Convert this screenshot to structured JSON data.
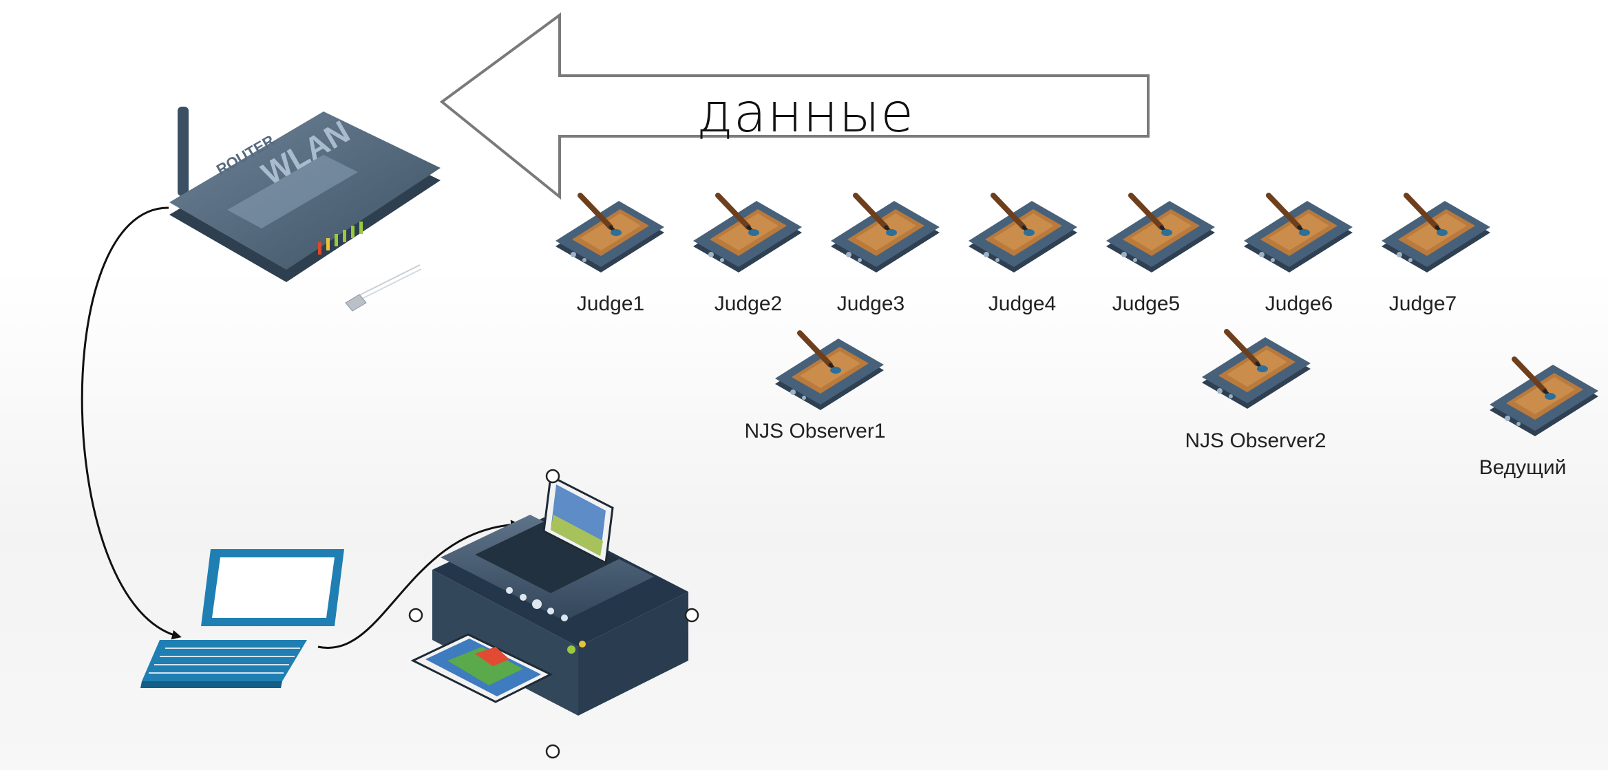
{
  "arrow": {
    "label": "данные"
  },
  "tablets": {
    "judges": [
      "Judge1",
      "Judge2",
      "Judge3",
      "Judge4",
      "Judge5",
      "Judge6",
      "Judge7"
    ],
    "observers": [
      "NJS Observer1",
      "NJS Observer2"
    ],
    "host": "Ведущий"
  },
  "router": {
    "brand_text": "ROUTER",
    "model_text": "WLAN"
  },
  "colors": {
    "device_dark": "#3c4f62",
    "device_mid": "#5a6f84",
    "tablet_screen": "#b97a3c",
    "laptop_blue": "#1f7fb3",
    "arrow_stroke": "#7a7a7a"
  }
}
